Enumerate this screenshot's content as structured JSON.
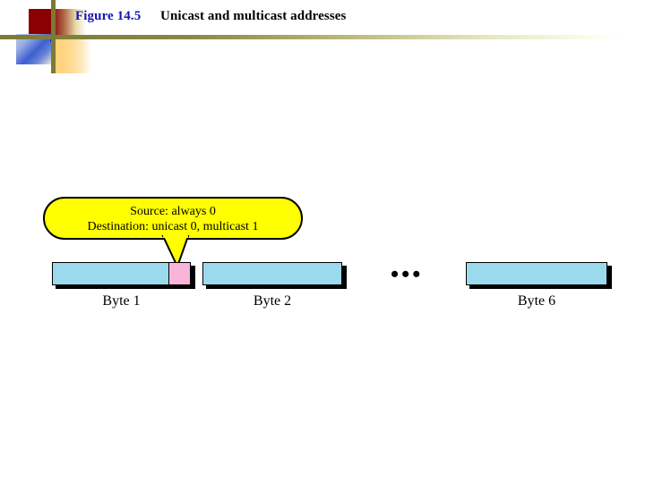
{
  "slide": {
    "title_figure": "Figure 14.5",
    "title_caption": "Unicast and multicast addresses"
  },
  "colors": {
    "figure_label": "#1515b0",
    "caption": "#000000",
    "rule": "#7c7a36",
    "balloon_fill": "#ffff00",
    "byte_fill": "#9bd9ec",
    "flag_fill": "#f9b4da",
    "outline": "#000000",
    "deco_red": "#8b0000",
    "deco_blue": "#3b5fd0",
    "deco_orange": "#ffcf72"
  },
  "callout": {
    "line1": "Source: always 0",
    "line2": "Destination: unicast 0, multicast 1"
  },
  "bytes": [
    {
      "label": "Byte 1",
      "has_flag_segment": true
    },
    {
      "label": "Byte 2",
      "has_flag_segment": false
    },
    {
      "label": "Byte 6",
      "has_flag_segment": false
    }
  ],
  "ellipsis": "•••"
}
